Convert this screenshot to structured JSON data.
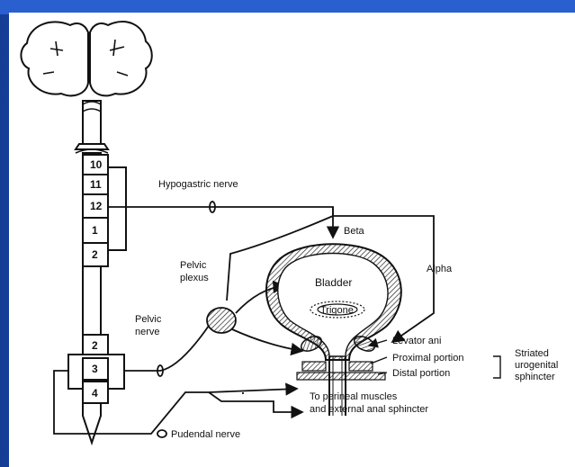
{
  "diagram": {
    "segments_upper": [
      "10",
      "11",
      "12",
      "1",
      "2"
    ],
    "segments_lower": [
      "2",
      "3",
      "4"
    ],
    "labels": {
      "hypogastric_nerve": "Hypogastric nerve",
      "beta": "Beta",
      "alpha": "Alpha",
      "pelvic_plexus_1": "Pelvic",
      "pelvic_plexus_2": "plexus",
      "bladder": "Bladder",
      "trigone": "Trigone",
      "pelvic_nerve_1": "Pelvic",
      "pelvic_nerve_2": "nerve",
      "levator_ani": "Levator ani",
      "proximal_portion": "Proximal portion",
      "distal_portion": "Distal portion",
      "striated_1": "Striated",
      "striated_2": "urogenital",
      "striated_3": "sphincter",
      "perineal_1": "To perineal muscles",
      "perineal_2": "and external anal sphincter",
      "pudendal_nerve": "Pudendal nerve"
    }
  }
}
